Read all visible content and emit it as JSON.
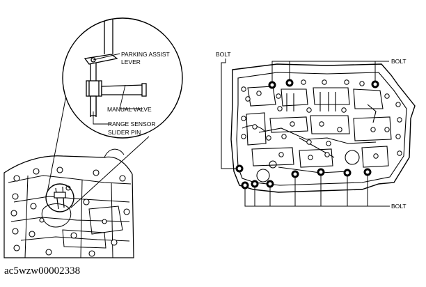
{
  "labels": {
    "parking_assist_lever_1": "PARKING ASSIST",
    "parking_assist_lever_2": "LEVER",
    "manual_valve": "MANUAL VALVE",
    "range_sensor_1": "RANGE SENSOR",
    "range_sensor_2": "SLIDER PIN",
    "bolt_left": "BOLT",
    "bolt_top_right": "BOLT",
    "bolt_bottom_right": "BOLT"
  },
  "caption": "ac5wzw00002338"
}
